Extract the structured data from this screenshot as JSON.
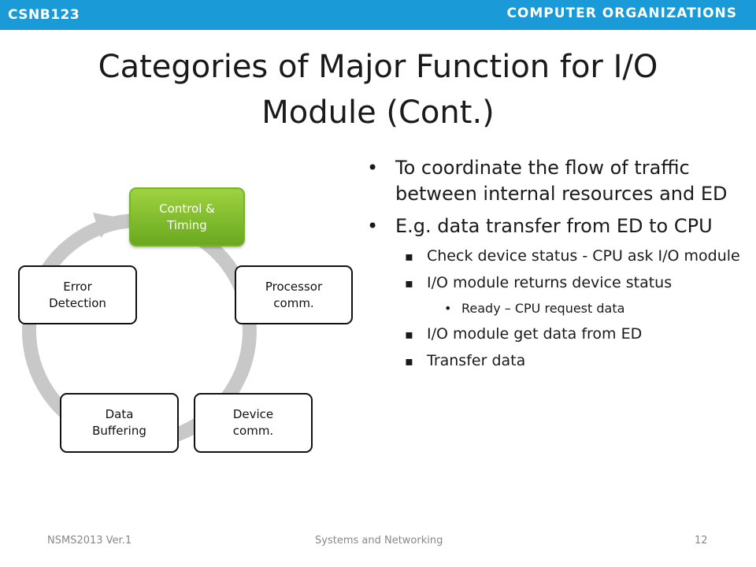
{
  "header": {
    "course_code": "CSNB123",
    "course_name": "COMPUTER ORGANIZATIONS"
  },
  "slide": {
    "title_line1": "Categories of Major Function for I/O",
    "title_line2": "Module (Cont.)"
  },
  "diagram": {
    "nodes": [
      {
        "label_line1": "Control &",
        "label_line2": "Timing",
        "state": "highlighted"
      },
      {
        "label_line1": "Processor",
        "label_line2": "comm."
      },
      {
        "label_line1": "Device",
        "label_line2": "comm."
      },
      {
        "label_line1": "Data",
        "label_line2": "Buffering"
      },
      {
        "label_line1": "Error",
        "label_line2": "Detection"
      }
    ],
    "colors": {
      "highlight": "#7fbf2a",
      "cycle_ring": "#c8c8c8",
      "accent": "#1a9ad6"
    }
  },
  "bullets": [
    {
      "level": 1,
      "marker": "•",
      "text": "To coordinate the flow of traffic between internal resources and ED"
    },
    {
      "level": 1,
      "marker": "•",
      "text": "E.g. data transfer from ED to CPU"
    },
    {
      "level": 2,
      "marker": "▪",
      "text": "Check device status - CPU ask I/O module"
    },
    {
      "level": 2,
      "marker": "▪",
      "text": "I/O module returns device status"
    },
    {
      "level": 3,
      "marker": "•",
      "text": "Ready – CPU request data"
    },
    {
      "level": 2,
      "marker": "▪",
      "text": "I/O module get data from ED"
    },
    {
      "level": 2,
      "marker": "▪",
      "text": "Transfer data"
    }
  ],
  "footer": {
    "left": "NSMS2013 Ver.1",
    "center": "Systems and Networking",
    "page_number": "12"
  }
}
